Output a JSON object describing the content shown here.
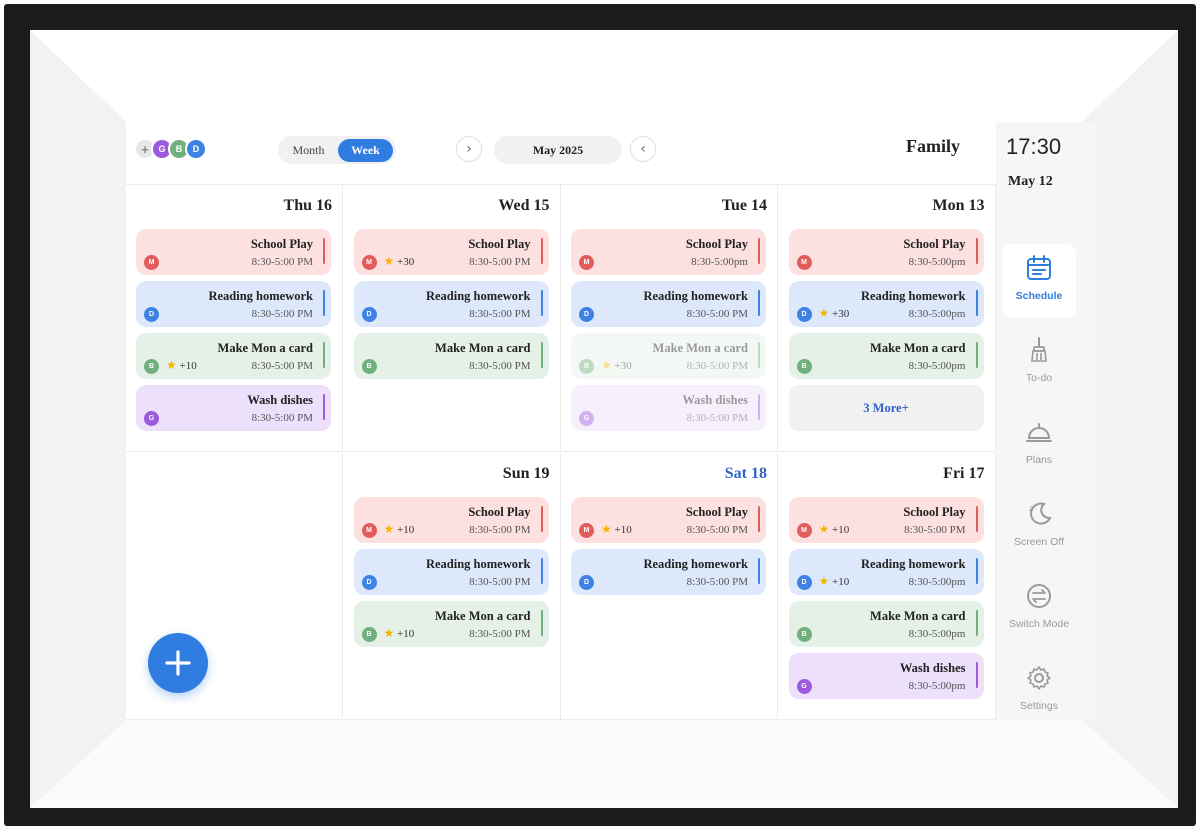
{
  "header": {
    "family_label": "Family",
    "month_label": "May 2025",
    "prev_icon": "chevron-left-icon",
    "next_icon": "chevron-right-icon",
    "view_toggle": {
      "week_label": "Week",
      "month_label": "Month",
      "selected": "Week"
    },
    "members": [
      {
        "initial": "D",
        "color": "#3d82e4"
      },
      {
        "initial": "B",
        "color": "#6fb07c"
      },
      {
        "initial": "G",
        "color": "#9b5bdc"
      },
      {
        "initial": "+",
        "color": "#e8e8e8"
      }
    ]
  },
  "sidebar": {
    "time": "17:30",
    "date": "May 12",
    "items": [
      {
        "label": "Schedule",
        "icon": "calendar-icon",
        "active": true
      },
      {
        "label": "To-do",
        "icon": "broom-icon",
        "active": false
      },
      {
        "label": "Plans",
        "icon": "cloche-icon",
        "active": false
      },
      {
        "label": "Screen Off",
        "icon": "moon-icon",
        "active": false
      },
      {
        "label": "Switch Mode",
        "icon": "switch-icon",
        "active": false
      },
      {
        "label": "Settings",
        "icon": "gear-icon",
        "active": false
      }
    ]
  },
  "days": [
    {
      "title": "Mon 13",
      "events": [
        {
          "title": "School Play",
          "time": "8:30-5:00pm",
          "member": "M",
          "color": "red"
        },
        {
          "title": "Reading homework",
          "time": "8:30-5:00pm",
          "member": "D",
          "color": "blue",
          "points": "+30"
        },
        {
          "title": "Make Mon a card",
          "time": "8:30-5:00pm",
          "member": "B",
          "color": "green"
        }
      ],
      "more_label": "3 More+"
    },
    {
      "title": "Tue 14",
      "events": [
        {
          "title": "School Play",
          "time": "8:30-5:00pm",
          "member": "M",
          "color": "red"
        },
        {
          "title": "Reading homework",
          "time": "8:30-5:00 PM",
          "member": "D",
          "color": "blue"
        },
        {
          "title": "Make Mon a card",
          "time": "8:30-5:00 PM",
          "member": "B",
          "color": "green",
          "points": "+30",
          "faded": true
        },
        {
          "title": "Wash dishes",
          "time": "8:30-5:00 PM",
          "member": "G",
          "color": "purple",
          "faded": true
        }
      ]
    },
    {
      "title": "Wed 15",
      "events": [
        {
          "title": "School Play",
          "time": "8:30-5:00 PM",
          "member": "M",
          "color": "red",
          "points": "+30"
        },
        {
          "title": "Reading homework",
          "time": "8:30-5:00 PM",
          "member": "D",
          "color": "blue"
        },
        {
          "title": "Make Mon a card",
          "time": "8:30-5:00 PM",
          "member": "B",
          "color": "green"
        }
      ]
    },
    {
      "title": "Thu 16",
      "events": [
        {
          "title": "School Play",
          "time": "8:30-5:00 PM",
          "member": "M",
          "color": "red"
        },
        {
          "title": "Reading homework",
          "time": "8:30-5:00 PM",
          "member": "D",
          "color": "blue"
        },
        {
          "title": "Make Mon a card",
          "time": "8:30-5:00 PM",
          "member": "B",
          "color": "green",
          "points": "+10"
        },
        {
          "title": "Wash dishes",
          "time": "8:30-5:00 PM",
          "member": "G",
          "color": "purple"
        }
      ]
    },
    {
      "title": "Fri 17",
      "events": [
        {
          "title": "School Play",
          "time": "8:30-5:00 PM",
          "member": "M",
          "color": "red",
          "points": "+10"
        },
        {
          "title": "Reading homework",
          "time": "8:30-5:00pm",
          "member": "D",
          "color": "blue",
          "points": "+10"
        },
        {
          "title": "Make Mon a card",
          "time": "8:30-5:00pm",
          "member": "B",
          "color": "green"
        },
        {
          "title": "Wash dishes",
          "time": "8:30-5:00pm",
          "member": "G",
          "color": "purple"
        }
      ]
    },
    {
      "title": "Sat 18",
      "today": true,
      "events": [
        {
          "title": "School Play",
          "time": "8:30-5:00 PM",
          "member": "M",
          "color": "red",
          "points": "+10"
        },
        {
          "title": "Reading homework",
          "time": "8:30-5:00 PM",
          "member": "D",
          "color": "blue"
        }
      ]
    },
    {
      "title": "Sun 19",
      "events": [
        {
          "title": "School Play",
          "time": "8:30-5:00 PM",
          "member": "M",
          "color": "red",
          "points": "+10"
        },
        {
          "title": "Reading homework",
          "time": "8:30-5:00 PM",
          "member": "D",
          "color": "blue"
        },
        {
          "title": "Make Mon a card",
          "time": "8:30-5:00 PM",
          "member": "B",
          "color": "green",
          "points": "+10"
        }
      ]
    }
  ],
  "add_button_icon": "plus-icon"
}
